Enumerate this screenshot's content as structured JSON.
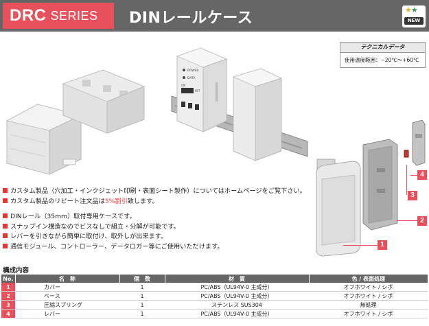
{
  "header": {
    "series_code": "DRC",
    "series_word": "SERIES",
    "product_title": "DINレールケース",
    "badge": "NEW"
  },
  "tech": {
    "title": "テクニカルデータ",
    "row": "使用温度範囲：−20℃〜+60℃"
  },
  "device_labels": {
    "power": "POWER",
    "data": "DATA",
    "on": "ON",
    "off": "OFF"
  },
  "bullets": {
    "b1": "カスタム製品（穴加工・インクジェット印刷・表面シート製作）についてはホームページをご覧下さい。",
    "b2_pre": "カスタム製品のリピート注文品は",
    "b2_red": "5%割引",
    "b2_post": "致します。",
    "b3": "DINレール（35mm）取付専用ケースです。",
    "b4": "スナップイン構造なのでビスなしで組立・分解が可能です。",
    "b5": "レバーを引きながら簡単に取付け、取外しが出来ます。",
    "b6": "通信モジュール、コントローラー、データロガー等にご使用いただけます。"
  },
  "parts": {
    "title": "構成内容",
    "headers": [
      "No.",
      "名　称",
      "個　数",
      "材　質",
      "色 / 表面処理"
    ],
    "rows": [
      {
        "no": "1",
        "name": "カバー",
        "qty": "1",
        "material": "PC/ABS（UL94V-0 主成分）",
        "finish": "オフホワイト / シボ"
      },
      {
        "no": "2",
        "name": "ベース",
        "qty": "1",
        "material": "PC/ABS（UL94V-0 主成分）",
        "finish": "オフホワイト / シボ"
      },
      {
        "no": "3",
        "name": "圧縮スプリング",
        "qty": "1",
        "material": "ステンレス SUS304",
        "finish": "無処理"
      },
      {
        "no": "4",
        "name": "レバー",
        "qty": "1",
        "material": "PC/ABS（UL94V-0 主成分）",
        "finish": "オフホワイト / シボ"
      }
    ]
  },
  "callouts": [
    "1",
    "2",
    "3",
    "4"
  ],
  "colors": {
    "accent": "#e8505b",
    "header_bg": "#666666",
    "case_white": "#eeeeee"
  }
}
